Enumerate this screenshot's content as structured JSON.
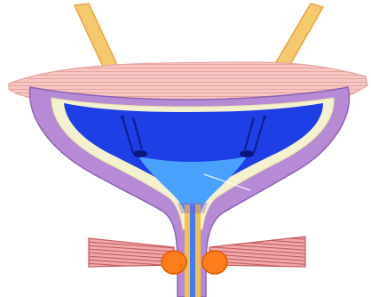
{
  "diagram": {
    "colors": {
      "background": "#ffffff",
      "ureter_fill": "#f5c96e",
      "ureter_edge": "#e7a43c",
      "peritoneum_fill": "#f7c6c2",
      "peritoneum_edge": "#e6a3a0",
      "bladder_wall": "#b78ad6",
      "bladder_wall_edge": "#8c64b4",
      "mucosa": "#f4f1cf",
      "lumen": "#1f3fe6",
      "trigone": "#4aa0ff",
      "ureteral_ducts": "#0d1c8c",
      "urethra": "#f4c04e",
      "urethra_lumen": "#3e7bff",
      "pelvic_floor": "#f0a9ab",
      "pelvic_floor_stripes": "#c45a5f",
      "sphincter": "#ff7b1c",
      "sphincter_edge": "#e05a00"
    },
    "parts": [
      "left-ureter",
      "right-ureter",
      "peritoneum",
      "bladder-wall",
      "bladder-mucosa",
      "bladder-lumen",
      "left-ureteral-orifice",
      "right-ureteral-orifice",
      "trigone",
      "bladder-neck",
      "urethra",
      "pelvic-floor",
      "left-sphincter",
      "right-sphincter"
    ]
  }
}
